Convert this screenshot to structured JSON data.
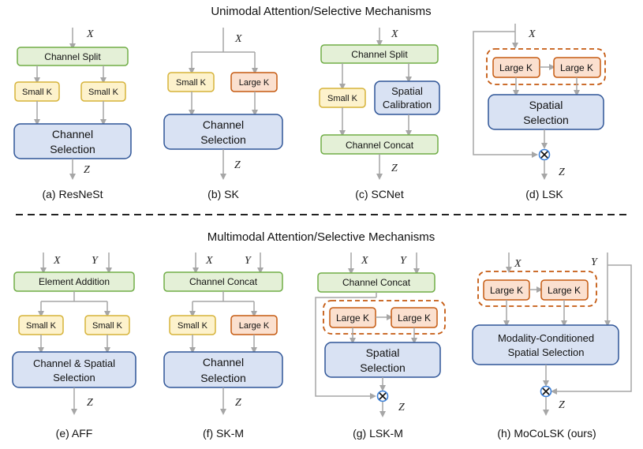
{
  "section_titles": {
    "unimodal": "Unimodal Attention/Selective Mechanisms",
    "multimodal": "Multimodal Attention/Selective Mechanisms"
  },
  "labels": {
    "x": "X",
    "y": "Y",
    "z": "Z"
  },
  "panels": {
    "a": {
      "caption": "(a) ResNeSt",
      "split": "Channel Split",
      "k1": "Small K",
      "k2": "Small K",
      "sel1": "Channel",
      "sel2": "Selection"
    },
    "b": {
      "caption": "(b) SK",
      "k1": "Small K",
      "k2": "Large K",
      "sel1": "Channel",
      "sel2": "Selection"
    },
    "c": {
      "caption": "(c) SCNet",
      "split": "Channel Split",
      "k1": "Small K",
      "cal1": "Spatial",
      "cal2": "Calibration",
      "concat": "Channel Concat"
    },
    "d": {
      "caption": "(d) LSK",
      "k1": "Large K",
      "k2": "Large K",
      "sel1": "Spatial",
      "sel2": "Selection"
    },
    "e": {
      "caption": "(e) AFF",
      "add": "Element Addition",
      "k1": "Small K",
      "k2": "Small K",
      "sel1": "Channel & Spatial",
      "sel2": "Selection"
    },
    "f": {
      "caption": "(f) SK-M",
      "concat": "Channel Concat",
      "k1": "Small K",
      "k2": "Large K",
      "sel1": "Channel",
      "sel2": "Selection"
    },
    "g": {
      "caption": "(g) LSK-M",
      "concat": "Channel Concat",
      "k1": "Large K",
      "k2": "Large K",
      "sel1": "Spatial",
      "sel2": "Selection"
    },
    "h": {
      "caption": "(h) MoCoLSK (ours)",
      "k1": "Large K",
      "k2": "Large K",
      "sel1": "Modality-Conditioned",
      "sel2": "Spatial Selection"
    }
  },
  "colors": {
    "green_fill": "#e4f0d7",
    "green_stroke": "#70ad47",
    "yellow_fill": "#fdf2cc",
    "yellow_stroke": "#d6b33a",
    "orange_fill": "#fbe0cf",
    "orange_stroke": "#c55a11",
    "blue_fill": "#d9e2f3",
    "blue_stroke": "#2f5597",
    "arrow": "#a6a6a6",
    "dashed_group": "#c55a11",
    "mult_ring": "#3a7fd8"
  }
}
